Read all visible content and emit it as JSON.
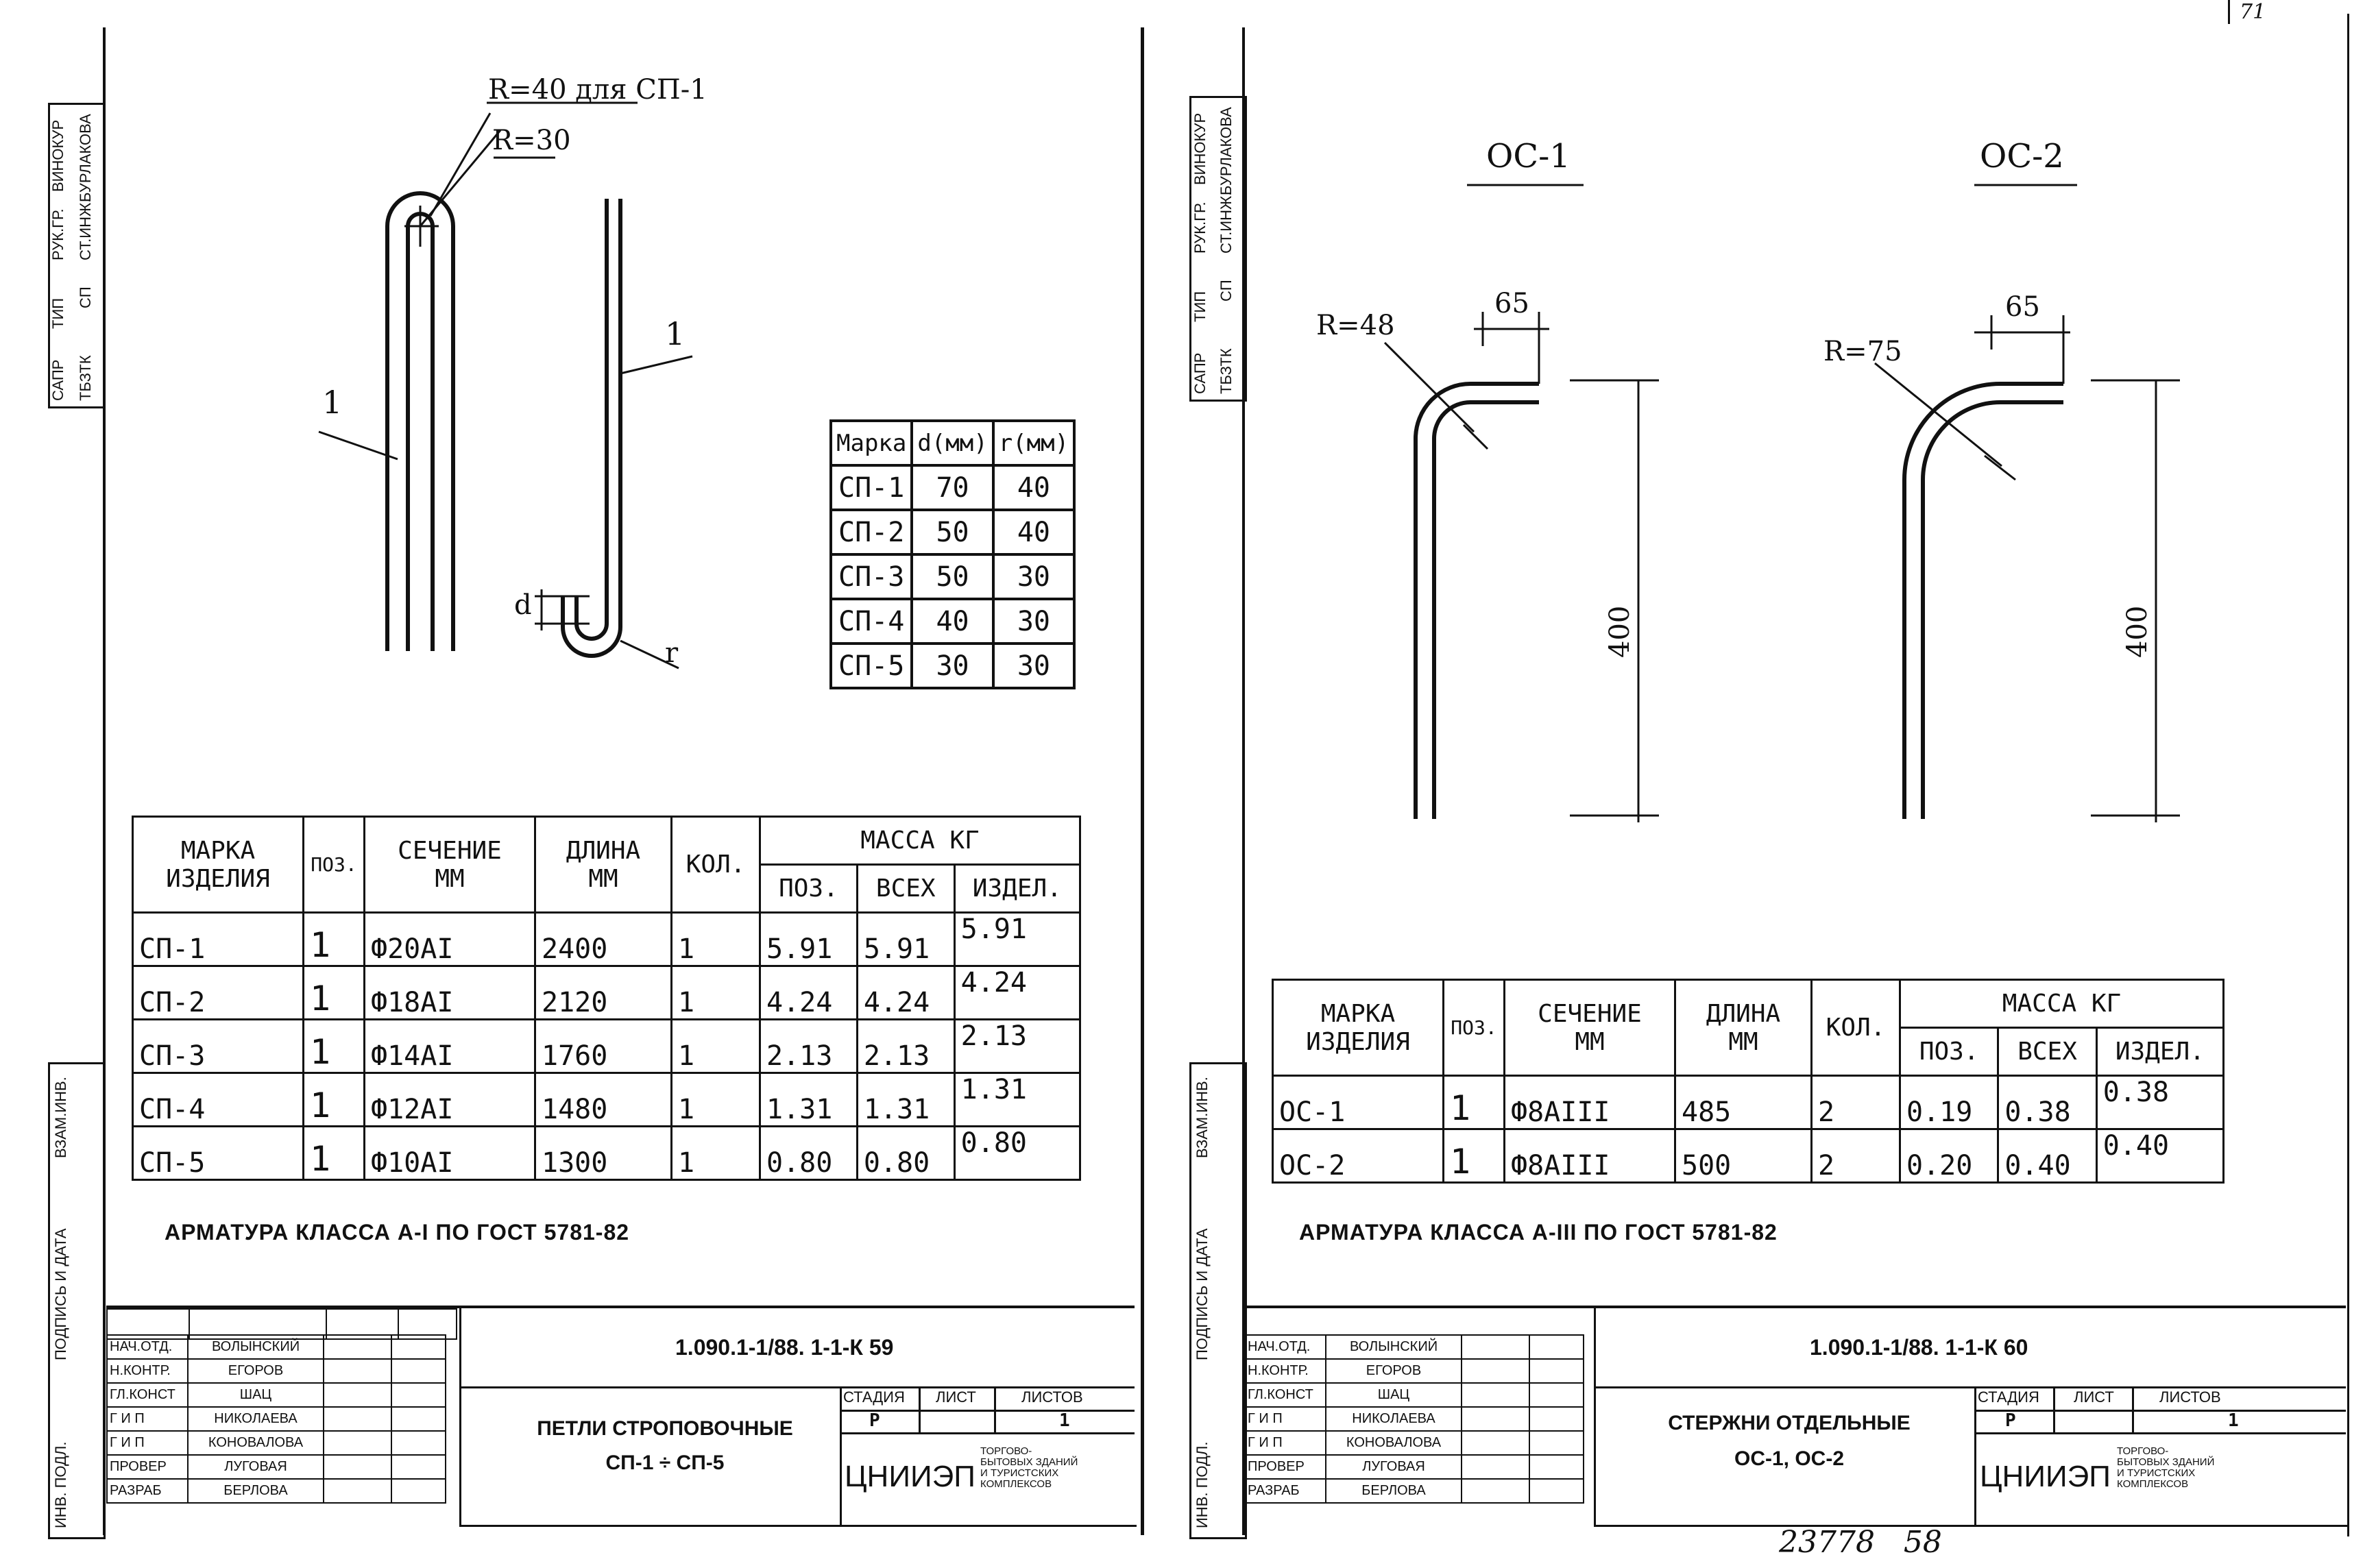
{
  "page_number": "71",
  "left_sheet": {
    "side_strip_top": [
      "САПР",
      "ТБЗТК",
      "ТИП",
      "СП",
      "РУК.ГР.",
      "СТ.ИНЖ.",
      "ВИНОКУР",
      "БУРЛАКОВА"
    ],
    "side_strip_bottom": [
      "ВЗАМ.ИНВ.",
      "ПОДПИСЬ И ДАТА",
      "ИНВ. ПОДЛ."
    ],
    "drawing_labels": {
      "radius_note": "R=40 для СП-1",
      "radius": "R=30",
      "pos_left": "1",
      "pos_right": "1",
      "dim_d": "d",
      "dim_r": "r"
    },
    "small_table": {
      "headers": [
        "Марка",
        "d(мм)",
        "r(мм)"
      ],
      "rows": [
        [
          "СП-1",
          "70",
          "40"
        ],
        [
          "СП-2",
          "50",
          "40"
        ],
        [
          "СП-3",
          "50",
          "30"
        ],
        [
          "СП-4",
          "40",
          "30"
        ],
        [
          "СП-5",
          "30",
          "30"
        ]
      ]
    },
    "spec_table": {
      "h_mark": "МАРКА ИЗДЕЛИЯ",
      "h_pos": "ПОЗ.",
      "h_section": "СЕЧЕНИЕ ММ",
      "h_length": "ДЛИНА ММ",
      "h_qty": "КОЛ.",
      "h_mass": "МАССА КГ",
      "h_mass_pos": "ПОЗ.",
      "h_mass_all": "ВСЕХ",
      "h_mass_item": "ИЗДЕЛ.",
      "rows": [
        [
          "СП-1",
          "1",
          "Ф20AI",
          "2400",
          "1",
          "5.91",
          "5.91",
          "5.91"
        ],
        [
          "СП-2",
          "1",
          "Ф18AI",
          "2120",
          "1",
          "4.24",
          "4.24",
          "4.24"
        ],
        [
          "СП-3",
          "1",
          "Ф14AI",
          "1760",
          "1",
          "2.13",
          "2.13",
          "2.13"
        ],
        [
          "СП-4",
          "1",
          "Ф12AI",
          "1480",
          "1",
          "1.31",
          "1.31",
          "1.31"
        ],
        [
          "СП-5",
          "1",
          "Ф10AI",
          "1300",
          "1",
          "0.80",
          "0.80",
          "0.80"
        ]
      ]
    },
    "note": "АРМАТУРА КЛАССА А-I ПО ГОСТ 5781-82",
    "stamp": {
      "roles": [
        [
          "НАЧ.ОТД.",
          "ВОЛЫНСКИЙ"
        ],
        [
          "Н.КОНТР.",
          "ЕГОРОВ"
        ],
        [
          "ГЛ.КОНСТ",
          "ШАЦ"
        ],
        [
          "Г И П",
          "НИКОЛАЕВА"
        ],
        [
          "Г И П",
          "КОНОВАЛОВА"
        ],
        [
          "ПРОВЕР",
          "ЛУГОВАЯ"
        ],
        [
          "РАЗРАБ",
          "БЕРЛОВА"
        ]
      ],
      "code": "1.090.1-1/88. 1-1-К 59",
      "title_line1": "ПЕТЛИ СТРОПОВОЧНЫЕ",
      "title_line2": "СП-1 ÷ СП-5",
      "stage_label": "СТАДИЯ",
      "sheet_label": "ЛИСТ",
      "sheets_label": "ЛИСТОВ",
      "stage": "Р",
      "sheet": "1",
      "org": "ЦНИИЭП",
      "org_sub": "ТОРГОВО- БЫТОВЫХ ЗДАНИЙ И ТУРИСТСКИХ КОМПЛЕКСОВ"
    }
  },
  "right_sheet": {
    "side_strip_top": [
      "САПР",
      "ТБЗТК",
      "ТИП",
      "СП",
      "РУК.ГР.",
      "СТ.ИНЖ.",
      "ВИНОКУР",
      "БУРЛАКОВА"
    ],
    "side_strip_bottom": [
      "ВЗАМ.ИНВ.",
      "ПОДПИСЬ И ДАТА",
      "ИНВ. ПОДЛ."
    ],
    "drawing_labels": {
      "oc1_title": "ОС-1",
      "oc2_title": "ОС-2",
      "oc1_radius": "R=48",
      "oc2_radius": "R=75",
      "oc1_top": "65",
      "oc2_top": "65",
      "oc1_height": "400",
      "oc2_height": "400"
    },
    "spec_table": {
      "h_mark": "МАРКА ИЗДЕЛИЯ",
      "h_pos": "ПОЗ.",
      "h_section": "СЕЧЕНИЕ ММ",
      "h_length": "ДЛИНА ММ",
      "h_qty": "КОЛ.",
      "h_mass": "МАССА КГ",
      "h_mass_pos": "ПОЗ.",
      "h_mass_all": "ВСЕХ",
      "h_mass_item": "ИЗДЕЛ.",
      "rows": [
        [
          "ОС-1",
          "1",
          "Ф8AIII",
          "485",
          "2",
          "0.19",
          "0.38",
          "0.38"
        ],
        [
          "ОС-2",
          "1",
          "Ф8AIII",
          "500",
          "2",
          "0.20",
          "0.40",
          "0.40"
        ]
      ]
    },
    "note": "АРМАТУРА КЛАССА А-III ПО ГОСТ 5781-82",
    "stamp": {
      "roles": [
        [
          "НАЧ.ОТД.",
          "ВОЛЫНСКИЙ"
        ],
        [
          "Н.КОНТР.",
          "ЕГОРОВ"
        ],
        [
          "ГЛ.КОНСТ",
          "ШАЦ"
        ],
        [
          "Г И П",
          "НИКОЛАЕВА"
        ],
        [
          "Г И П",
          "КОНОВАЛОВА"
        ],
        [
          "ПРОВЕР",
          "ЛУГОВАЯ"
        ],
        [
          "РАЗРАБ",
          "БЕРЛОВА"
        ]
      ],
      "code": "1.090.1-1/88. 1-1-К 60",
      "title_line1": "СТЕРЖНИ ОТДЕЛЬНЫЕ",
      "title_line2": "ОС-1, ОС-2",
      "stage_label": "СТАДИЯ",
      "sheet_label": "ЛИСТ",
      "sheets_label": "ЛИСТОВ",
      "stage": "Р",
      "sheet": "1",
      "org": "ЦНИИЭП",
      "org_sub": "ТОРГОВО- БЫТОВЫХ ЗДАНИЙ И ТУРИСТСКИХ КОМПЛЕКСОВ"
    }
  },
  "footer_handwritten": "23778   58"
}
